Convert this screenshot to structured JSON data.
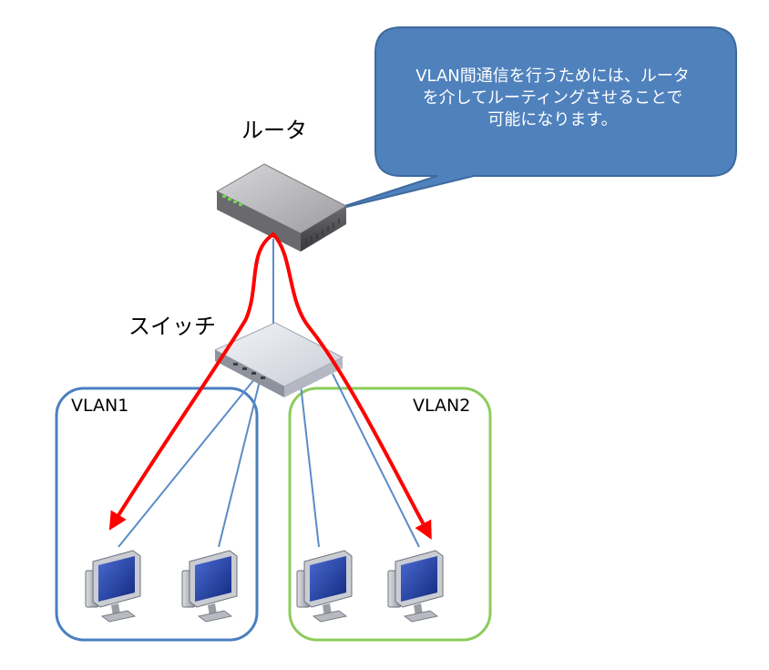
{
  "router": {
    "label": "ルータ"
  },
  "switch": {
    "label": "スイッチ"
  },
  "vlans": [
    {
      "label": "VLAN1",
      "color": "#4a7fc0"
    },
    {
      "label": "VLAN2",
      "color": "#8ccc5a"
    }
  ],
  "callout": {
    "lines": [
      "VLAN間通信を行うためには、ルータ",
      "を介してルーティングさせることで",
      "可能になります。"
    ],
    "fill": "#4f81bd"
  },
  "colors": {
    "route": "#ff0000",
    "link": "#5b8cc8"
  },
  "icons": [
    "router-icon",
    "switch-icon",
    "pc-icon"
  ]
}
